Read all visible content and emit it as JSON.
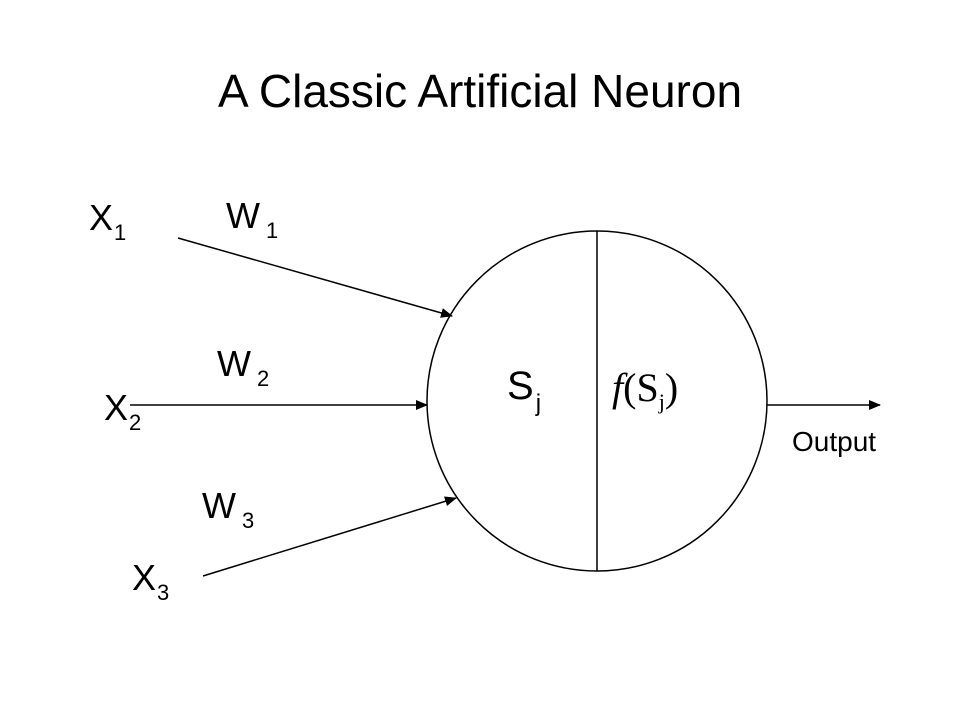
{
  "title": "A Classic Artificial Neuron",
  "inputs": [
    {
      "x": "X",
      "x_sub": "1",
      "w": "W",
      "w_sub": "1"
    },
    {
      "x": "X",
      "x_sub": "2",
      "w": "W",
      "w_sub": "2"
    },
    {
      "x": "X",
      "x_sub": "3",
      "w": "W",
      "w_sub": "3"
    }
  ],
  "neuron": {
    "sum": "S",
    "sum_sub": "j",
    "activation_fn": "f",
    "activation_open": "(S",
    "activation_sub": "j",
    "activation_close": ")"
  },
  "output_label": "Output"
}
